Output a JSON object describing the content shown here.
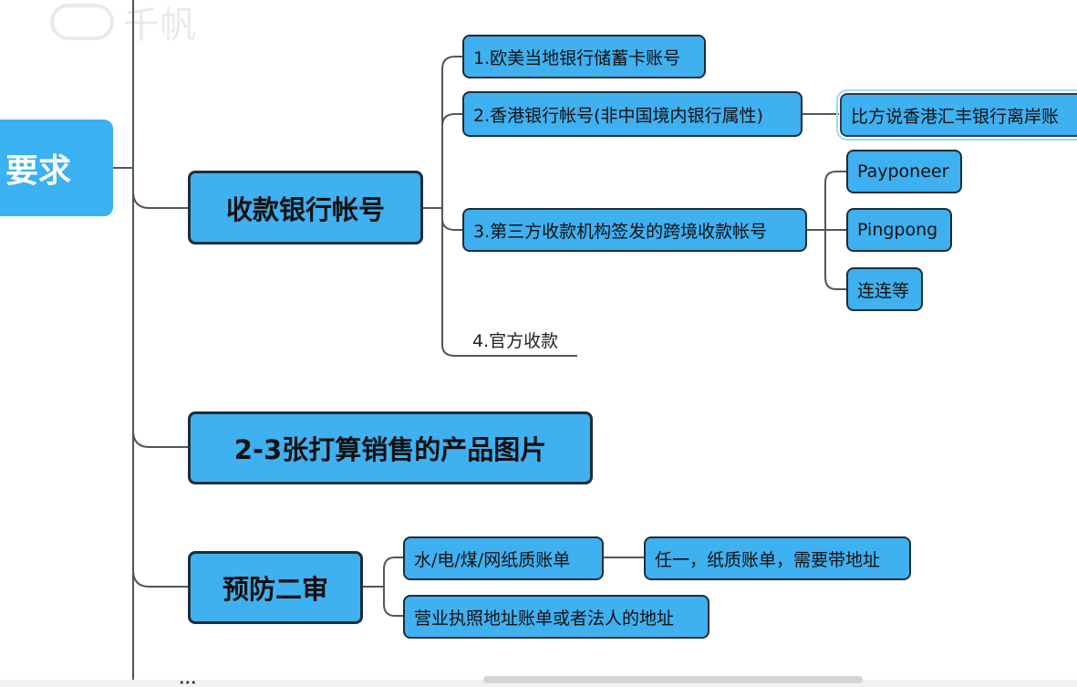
{
  "watermark": {
    "text": "千帆"
  },
  "root": {
    "label": "要求"
  },
  "branches": {
    "bank_account": {
      "label": "收款银行帐号",
      "items": {
        "local_card": "1.欧美当地银行储蓄卡账号",
        "hk_bank": "2.香港银行帐号(非中国境内银行属性)",
        "hk_example": "比方说香港汇丰银行离岸账",
        "third_party": "3.第三方收款机构签发的跨境收款帐号",
        "payoneer": "Payponeer",
        "pingpong": "Pingpong",
        "lianlian": "连连等",
        "official": "4.官方收款"
      }
    },
    "product_images": {
      "label": "2-3张打算销售的产品图片"
    },
    "second_review": {
      "label": "预防二审",
      "items": {
        "utility_bill": "水/电/煤/网纸质账单",
        "any_paper_bill": "任一，纸质账单，需要带地址",
        "license_address": "营业执照地址账单或者法人的地址"
      }
    }
  },
  "colors": {
    "node_fill": "#3fb0f0",
    "node_border": "#1d2d3a",
    "root_fill": "#3ab1f1",
    "line": "#555555"
  }
}
